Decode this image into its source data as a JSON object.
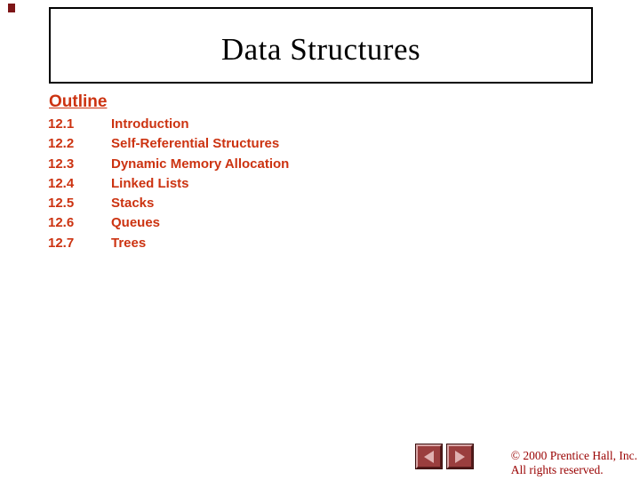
{
  "title_box": {
    "title": "Data Structures"
  },
  "outline": {
    "heading": "Outline",
    "items": [
      {
        "number": "12.1",
        "label": "Introduction"
      },
      {
        "number": "12.2",
        "label": "Self-Referential Structures"
      },
      {
        "number": "12.3",
        "label": "Dynamic Memory Allocation"
      },
      {
        "number": "12.4",
        "label": "Linked Lists"
      },
      {
        "number": "12.5",
        "label": "Stacks"
      },
      {
        "number": "12.6",
        "label": "Queues"
      },
      {
        "number": "12.7",
        "label": "Trees"
      }
    ]
  },
  "navigation": {
    "back_icon": "left-arrow",
    "forward_icon": "right-arrow"
  },
  "footer": {
    "copyright_line1": "© 2000 Prentice Hall, Inc.",
    "copyright_line2": "All rights reserved."
  },
  "colors": {
    "outline_text": "#CC3311",
    "copyright_text": "#990000",
    "title_text": "#000000",
    "box_border": "#000000",
    "logo_mark": "#7D1517",
    "button_base": "#9A3E3E",
    "button_light": "#D9A7A7",
    "button_dark": "#541A1A",
    "button_arrow": "#DFB0B0"
  }
}
